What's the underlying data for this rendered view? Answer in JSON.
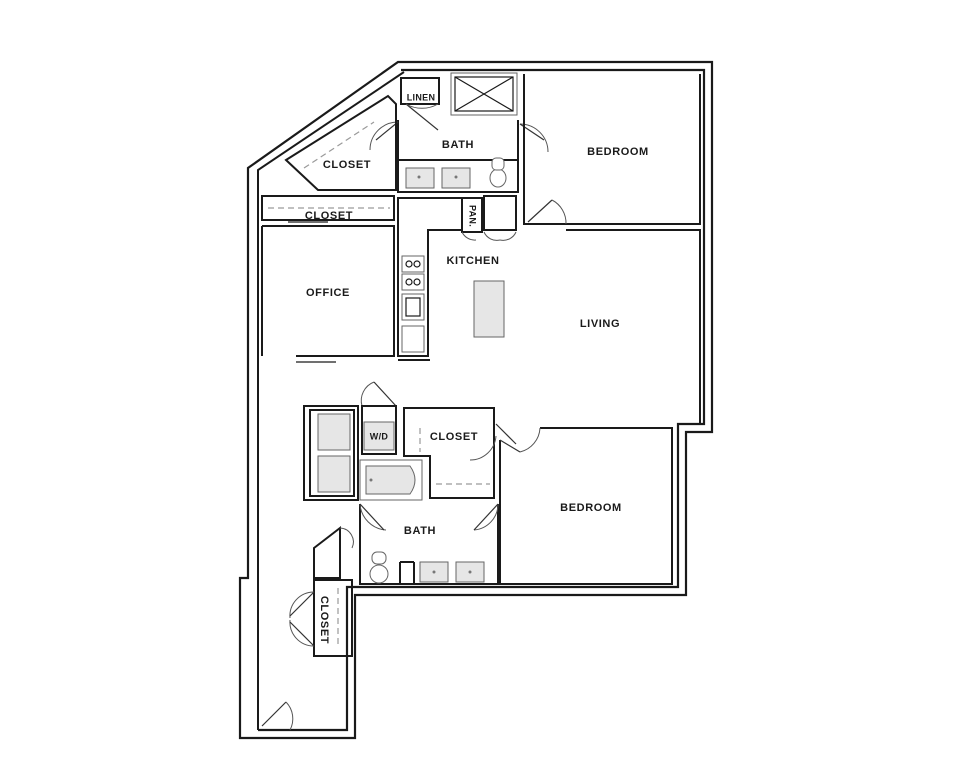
{
  "plan": {
    "rooms": {
      "linen": "LINEN",
      "bath_top": "BATH",
      "bedroom_top": "BEDROOM",
      "closet_angled": "CLOSET",
      "closet_office": "CLOSET",
      "pantry": "PAN.",
      "kitchen": "KITCHEN",
      "office": "OFFICE",
      "living": "LIVING",
      "wd": "W/D",
      "closet_mid": "CLOSET",
      "bedroom_bottom": "BEDROOM",
      "bath_bottom": "BATH",
      "closet_entry": "CLOSET"
    }
  }
}
